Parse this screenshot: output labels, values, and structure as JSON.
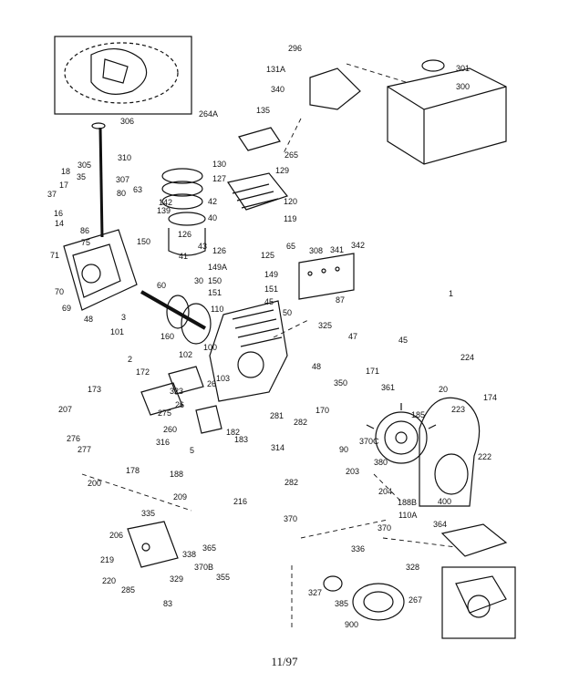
{
  "parts": [
    "296",
    "131A",
    "301",
    "340",
    "300",
    "306",
    "264A",
    "135",
    "265",
    "130",
    "129",
    "127",
    "310",
    "305",
    "307",
    "18",
    "35",
    "17",
    "37",
    "80",
    "63",
    "142",
    "120",
    "16",
    "139",
    "42",
    "119",
    "14",
    "86",
    "126",
    "150",
    "75",
    "71",
    "40",
    "43",
    "41",
    "126",
    "125",
    "65",
    "308",
    "341",
    "342",
    "149A",
    "149",
    "150",
    "151",
    "151",
    "45",
    "30",
    "60",
    "87",
    "70",
    "69",
    "110",
    "48",
    "1",
    "3",
    "50",
    "325",
    "101",
    "45",
    "47",
    "160",
    "2",
    "102",
    "100",
    "48",
    "171",
    "172",
    "103",
    "323",
    "350",
    "361",
    "224",
    "20",
    "173",
    "170",
    "26",
    "26",
    "281",
    "282",
    "223",
    "174",
    "207",
    "275",
    "260",
    "182",
    "185",
    "276",
    "277",
    "183",
    "5",
    "316",
    "314",
    "90",
    "370C",
    "380",
    "222",
    "178",
    "188",
    "200",
    "282",
    "203",
    "204",
    "188B",
    "110A",
    "209",
    "216",
    "370",
    "370",
    "400",
    "335",
    "364",
    "206",
    "365",
    "336",
    "338",
    "219",
    "220",
    "370B",
    "355",
    "329",
    "328",
    "285",
    "83",
    "327",
    "385",
    "267",
    "900"
  ],
  "page_number": "11/97"
}
